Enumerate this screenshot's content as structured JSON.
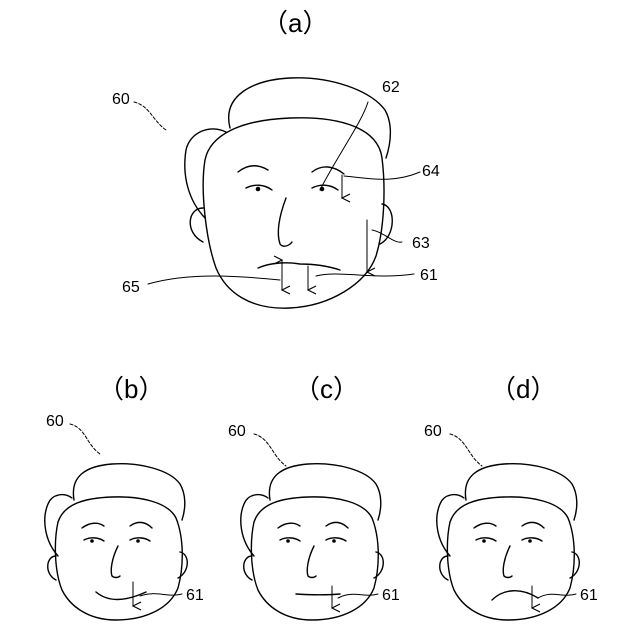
{
  "panels": {
    "a": {
      "label": "（a）",
      "refs": {
        "face": "60",
        "mouth_arrow": "61",
        "eye_arrow": "62",
        "cheek_arrow": "63",
        "brow_arrow": "64",
        "lip_arrow": "65"
      }
    },
    "b": {
      "label": "（b）",
      "refs": {
        "face": "60",
        "mouth_arrow": "61"
      }
    },
    "c": {
      "label": "（c）",
      "refs": {
        "face": "60",
        "mouth_arrow": "61"
      }
    },
    "d": {
      "label": "（d）",
      "refs": {
        "face": "60",
        "mouth_arrow": "61"
      }
    }
  }
}
